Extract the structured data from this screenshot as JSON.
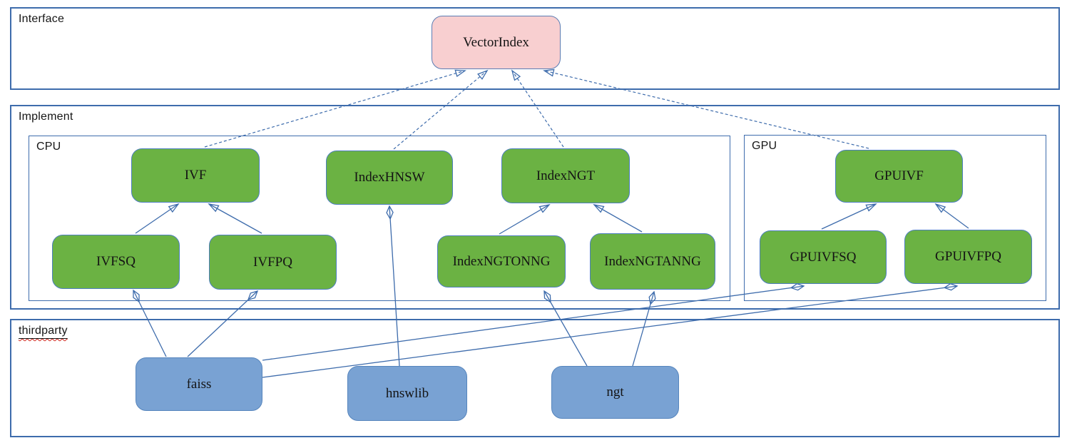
{
  "groups": {
    "interface": {
      "label": "Interface"
    },
    "implement": {
      "label": "Implement"
    },
    "cpu": {
      "label": "CPU"
    },
    "gpu": {
      "label": "GPU"
    },
    "thirdparty": {
      "label": "thirdparty"
    }
  },
  "nodes": {
    "vectorindex": {
      "label": "VectorIndex"
    },
    "ivf": {
      "label": "IVF"
    },
    "indexhnsw": {
      "label": "IndexHNSW"
    },
    "indexngt": {
      "label": "IndexNGT"
    },
    "gpuivf": {
      "label": "GPUIVF"
    },
    "ivfsq": {
      "label": "IVFSQ"
    },
    "ivfpq": {
      "label": "IVFPQ"
    },
    "indexngtonng": {
      "label": "IndexNGTONNG"
    },
    "indexngtanng": {
      "label": "IndexNGTANNG"
    },
    "gpuivfsq": {
      "label": "GPUIVFSQ"
    },
    "gpuivfpq": {
      "label": "GPUIVFPQ"
    },
    "faiss": {
      "label": "faiss"
    },
    "hnswlib": {
      "label": "hnswlib"
    },
    "ngt": {
      "label": "ngt"
    }
  },
  "colors": {
    "interface_node_fill": "#f8cfd0",
    "class_node_fill": "#6bb243",
    "thirdparty_node_fill": "#79a2d3",
    "connector_line": "#3e6cac",
    "container_border": "#3e6cac",
    "spellcheck_underline": "#d4281e"
  },
  "edges": [
    {
      "from": "IVF",
      "to": "VectorIndex",
      "type": "realization-dashed-hollow-arrow"
    },
    {
      "from": "IndexHNSW",
      "to": "VectorIndex",
      "type": "realization-dashed-hollow-arrow"
    },
    {
      "from": "IndexNGT",
      "to": "VectorIndex",
      "type": "realization-dashed-hollow-arrow"
    },
    {
      "from": "GPUIVF",
      "to": "VectorIndex",
      "type": "realization-dashed-hollow-arrow"
    },
    {
      "from": "IVFSQ",
      "to": "IVF",
      "type": "generalization-hollow-arrow"
    },
    {
      "from": "IVFPQ",
      "to": "IVF",
      "type": "generalization-hollow-arrow"
    },
    {
      "from": "IndexNGTONNG",
      "to": "IndexNGT",
      "type": "generalization-hollow-arrow"
    },
    {
      "from": "IndexNGTANNG",
      "to": "IndexNGT",
      "type": "generalization-hollow-arrow"
    },
    {
      "from": "GPUIVFSQ",
      "to": "GPUIVF",
      "type": "generalization-hollow-arrow"
    },
    {
      "from": "GPUIVFPQ",
      "to": "GPUIVF",
      "type": "generalization-hollow-arrow"
    },
    {
      "from": "faiss",
      "to": "IVFSQ",
      "type": "composition-filled-diamond"
    },
    {
      "from": "faiss",
      "to": "IVFPQ",
      "type": "composition-filled-diamond"
    },
    {
      "from": "hnswlib",
      "to": "IndexHNSW",
      "type": "composition-filled-diamond"
    },
    {
      "from": "ngt",
      "to": "IndexNGTONNG",
      "type": "composition-filled-diamond"
    },
    {
      "from": "ngt",
      "to": "IndexNGTANNG",
      "type": "composition-filled-diamond"
    },
    {
      "from": "faiss",
      "to": "GPUIVFSQ",
      "type": "composition-filled-diamond"
    },
    {
      "from": "faiss",
      "to": "GPUIVFPQ",
      "type": "composition-filled-diamond"
    }
  ]
}
